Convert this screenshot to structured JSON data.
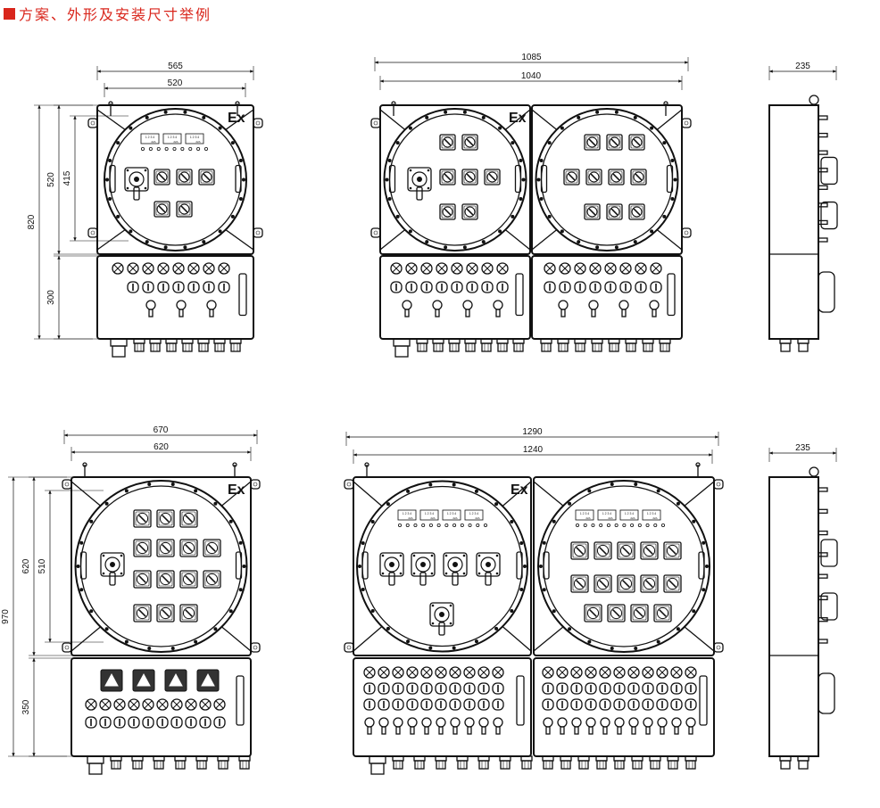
{
  "header": {
    "title": "方案、外形及安装尺寸举例",
    "accent_color": "#d9261c"
  },
  "ex_mark": "Ex",
  "meter_label": "1 2 3 4",
  "meter_sub": "22A",
  "panels": [
    {
      "id": "a",
      "width_outer": "565",
      "width_inner": "520",
      "height_total": "820",
      "height_upper_outer": "520",
      "height_upper_inner": "415",
      "height_lower": "300"
    },
    {
      "id": "b",
      "width_outer": "1085",
      "width_inner": "1040"
    },
    {
      "id": "c",
      "depth": "235"
    },
    {
      "id": "d",
      "width_outer": "670",
      "width_inner": "620",
      "height_total": "970",
      "height_upper_outer": "620",
      "height_upper_inner": "510",
      "height_lower": "350"
    },
    {
      "id": "e",
      "width_outer": "1290",
      "width_inner": "1240"
    },
    {
      "id": "f",
      "depth": "235"
    }
  ]
}
